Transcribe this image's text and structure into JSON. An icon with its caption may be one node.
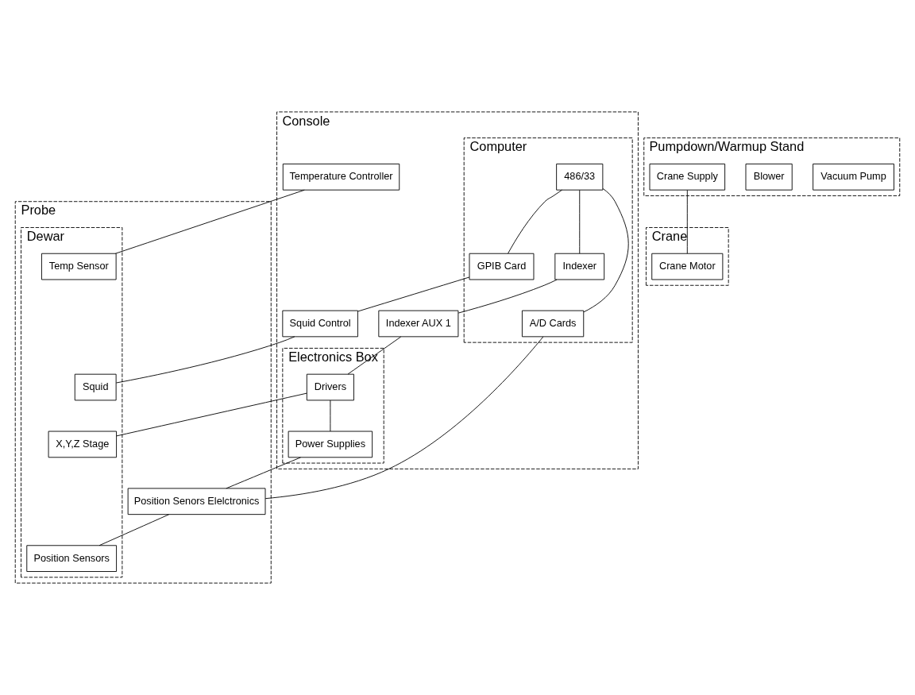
{
  "diagram": {
    "nodes": [
      {
        "text": [
          "Console"
        ]
      },
      {
        "text": [
          "Computer"
        ],
        "in": 0
      },
      {
        "text": [
          "486/33"
        ],
        "in": 1
      },
      {
        "text": [
          "Indexer"
        ],
        "in": 1
      },
      {
        "text": [
          "A/D Cards"
        ],
        "in": 1
      },
      {
        "text": [
          "GPIB Card"
        ],
        "in": 1
      },
      {
        "text": [
          "Indexer AUX 1"
        ],
        "in": 0
      },
      {
        "text": [
          "Electronics Box"
        ],
        "in": 0
      },
      {
        "text": [
          "Drivers"
        ],
        "in": 7
      },
      {
        "text": [
          "Power Supplies"
        ],
        "in": 7
      },
      {
        "text": [
          "Squid Control"
        ],
        "in": 0
      },
      {
        "text": [
          "Temperature Controller"
        ],
        "in": 0
      },
      {
        "text": [
          "Probe"
        ]
      },
      {
        "text": [
          "Position Senors Elelctronics"
        ],
        "in": 12
      },
      {
        "text": [
          "Dewar"
        ],
        "in": 12
      },
      {
        "text": [
          "X,Y,Z Stage"
        ],
        "in": 14
      },
      {
        "text": [
          "Position Sensors"
        ],
        "in": 14
      },
      {
        "text": [
          "Squid"
        ],
        "in": 14
      },
      {
        "text": [
          "Temp Sensor"
        ],
        "in": 14
      },
      {
        "text": [
          "Pumpdown/Warmup Stand"
        ]
      },
      {
        "text": [
          "Vacuum Pump"
        ],
        "in": 19
      },
      {
        "text": [
          "Blower"
        ],
        "in": 19
      },
      {
        "text": [
          "Crane Supply"
        ],
        "in": 19
      },
      {
        "text": [
          "Crane"
        ]
      },
      {
        "text": [
          "Crane Motor"
        ],
        "in": 23
      }
    ],
    "edges": [
      {
        "from": 2,
        "to": 3,
        "arrow": "none"
      },
      {
        "from": 2,
        "to": 4,
        "arrow": "none"
      },
      {
        "from": 2,
        "to": 5,
        "arrow": "none"
      },
      {
        "from": 3,
        "to": 6,
        "arrow": "none"
      },
      {
        "from": 6,
        "to": 8,
        "arrow": "none"
      },
      {
        "from": 8,
        "to": 9,
        "arrow": "none"
      },
      {
        "from": 4,
        "to": 13,
        "arrow": "none"
      },
      {
        "from": 5,
        "to": 10,
        "arrow": "none"
      },
      {
        "from": 9,
        "to": 13,
        "arrow": "none"
      },
      {
        "from": 8,
        "to": 15,
        "arrow": "none"
      },
      {
        "from": 13,
        "to": 16,
        "arrow": "none"
      },
      {
        "from": 10,
        "to": 17,
        "arrow": "none"
      },
      {
        "from": 11,
        "to": 18,
        "arrow": "none"
      },
      {
        "from": 22,
        "to": 24,
        "arrow": "none"
      }
    ]
  }
}
